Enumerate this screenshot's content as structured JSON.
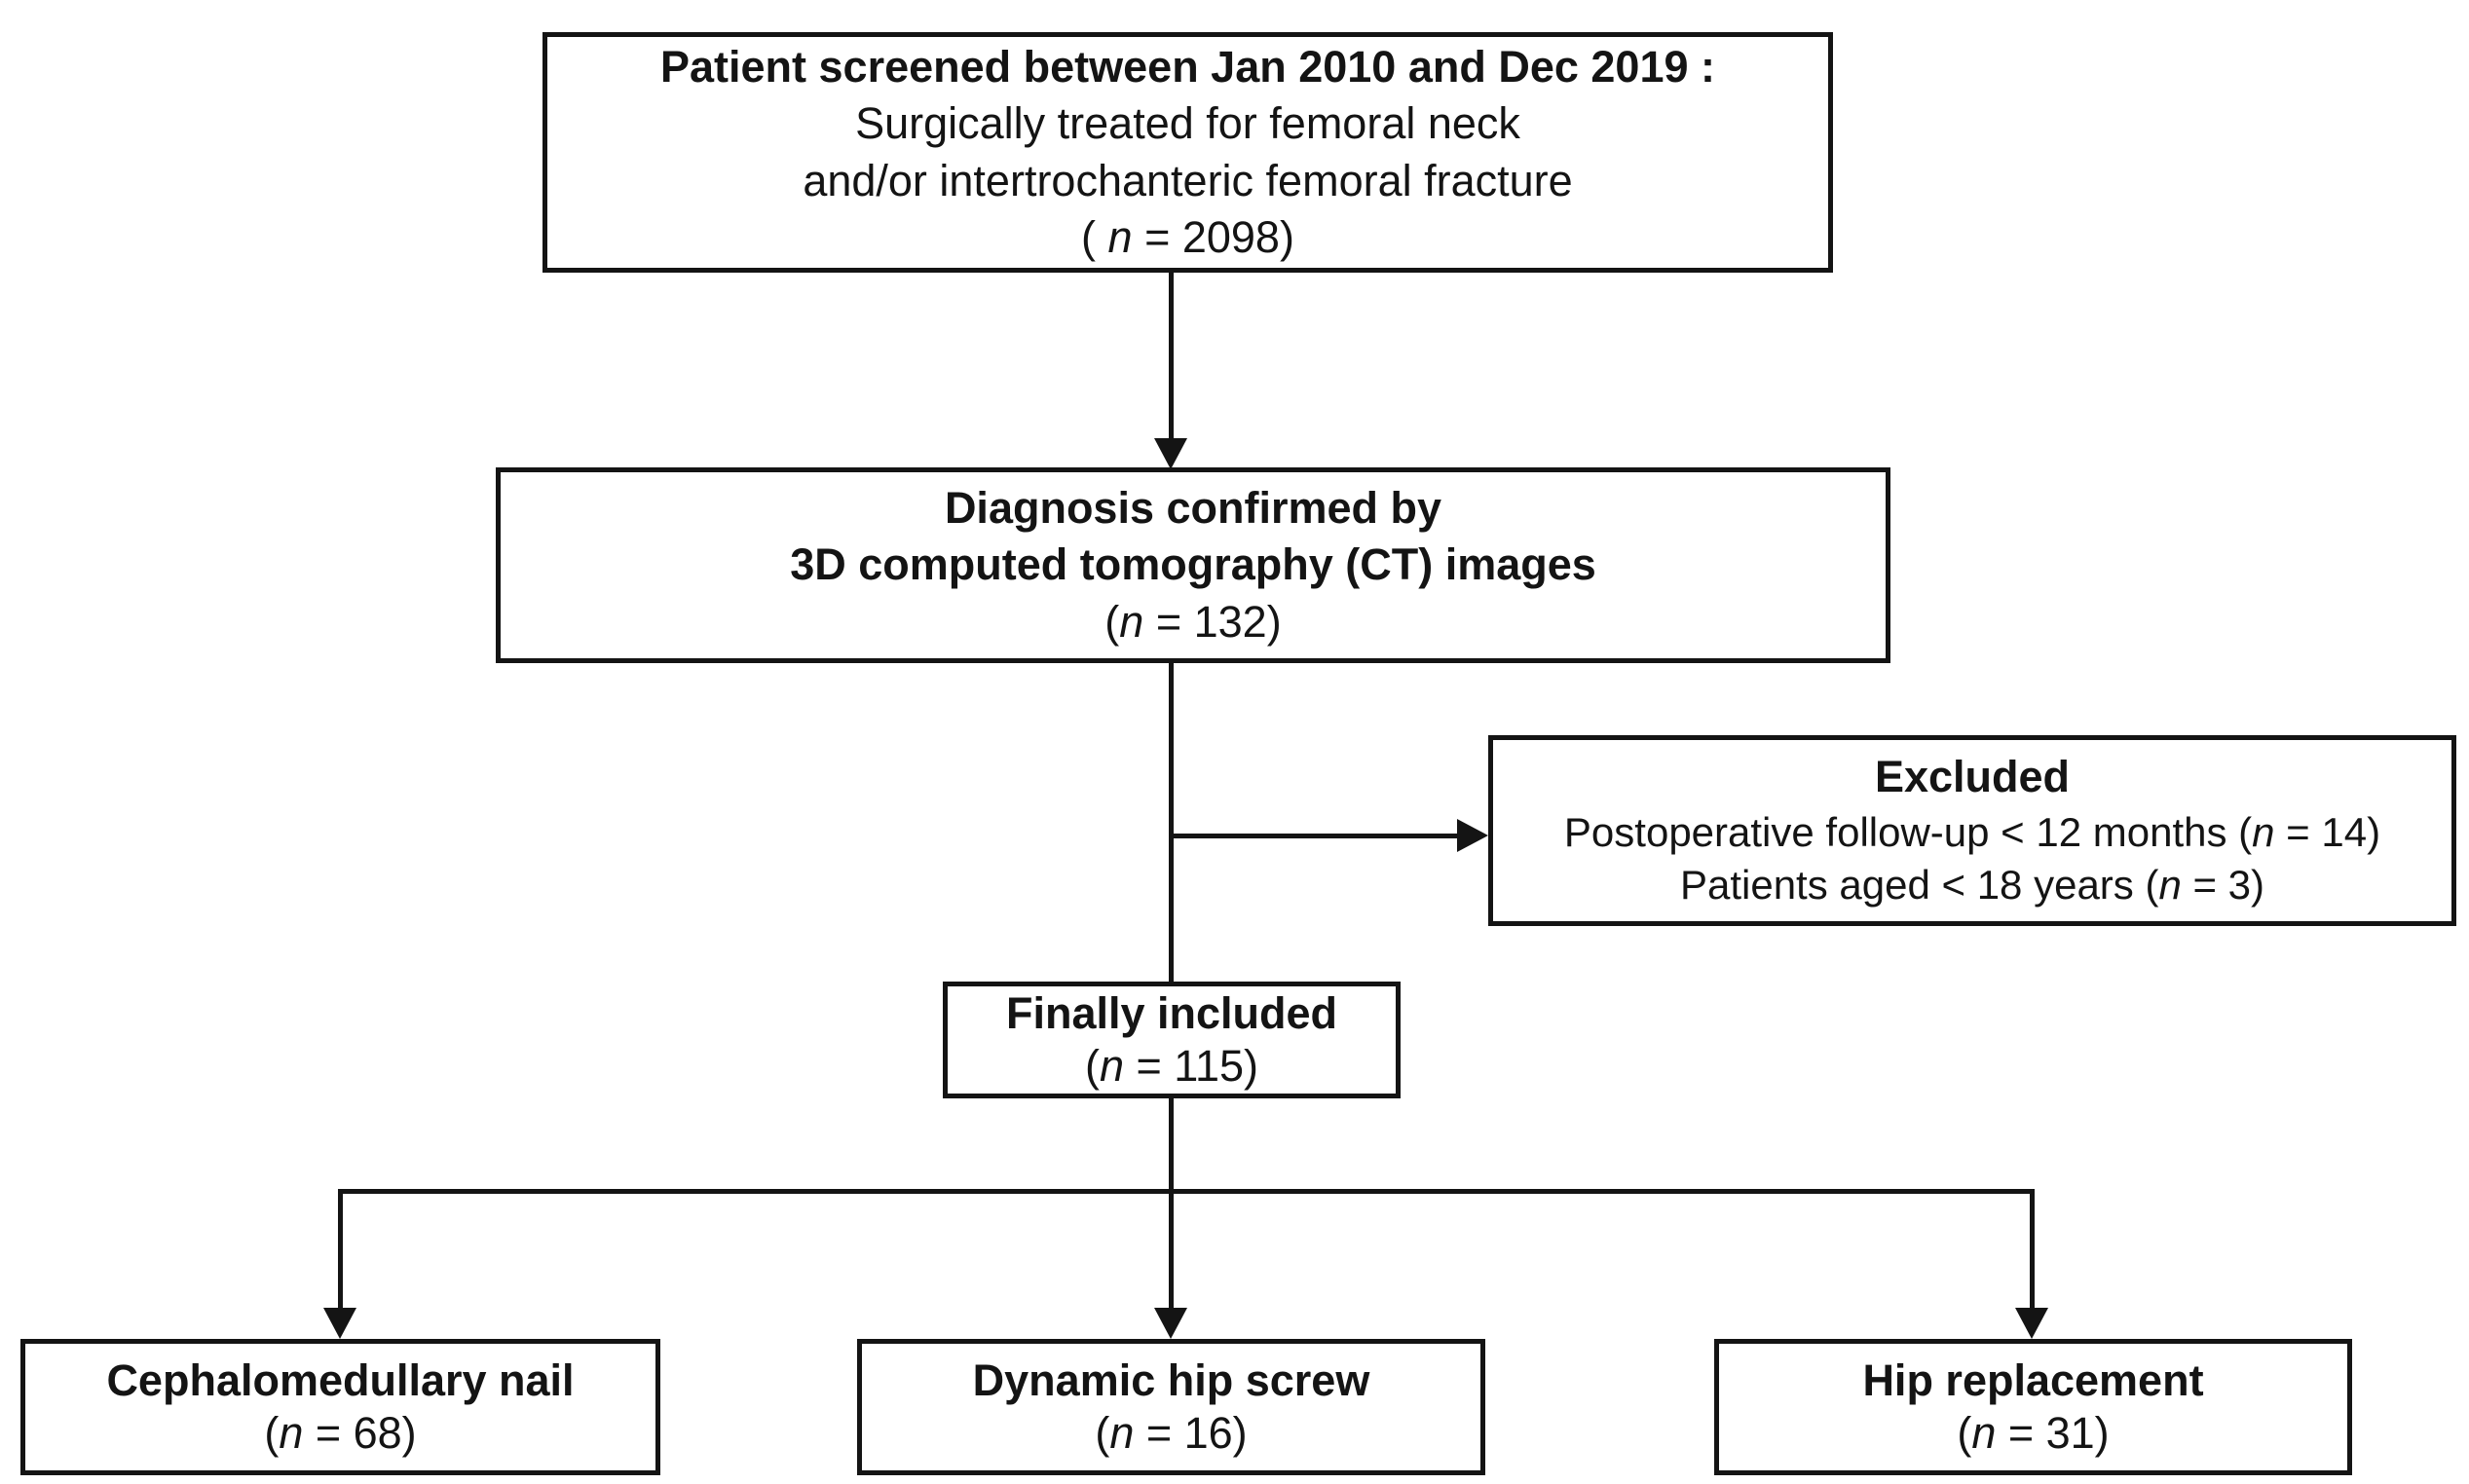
{
  "boxes": {
    "screened": {
      "line1": "Patient screened between Jan 2010 and Dec 2019 :",
      "line2": "Surgically treated for femoral neck",
      "line3": "and/or intertrochanteric femoral fracture",
      "count": {
        "pre": "( ",
        "n": "n",
        "post": " = 2098)"
      }
    },
    "ct_confirmed": {
      "line1": "Diagnosis confirmed by",
      "line2": "3D computed tomography (CT) images",
      "count": {
        "pre": "(",
        "n": "n",
        "post": " = 132)"
      }
    },
    "excluded": {
      "title": "Excluded",
      "reasons": [
        {
          "pre": "Postoperative follow-up < 12 months (",
          "n": "n",
          "post": " = 14)"
        },
        {
          "pre": "Patients aged < 18 years (",
          "n": "n",
          "post": " = 3)"
        }
      ]
    },
    "included": {
      "title": "Finally included",
      "count": {
        "pre": "(",
        "n": "n",
        "post": " = 115)"
      }
    },
    "cephalomedullary_nail": {
      "title": "Cephalomedullary nail",
      "count": {
        "pre": "(",
        "n": "n",
        "post": " = 68)"
      }
    },
    "dynamic_hip_screw": {
      "title": "Dynamic hip screw",
      "count": {
        "pre": "(",
        "n": "n",
        "post": " = 16)"
      }
    },
    "hip_replacement": {
      "title": "Hip replacement",
      "count": {
        "pre": "(",
        "n": "n",
        "post": " = 31)"
      }
    }
  },
  "colors": {
    "ink": "#141414",
    "background": "#ffffff"
  }
}
